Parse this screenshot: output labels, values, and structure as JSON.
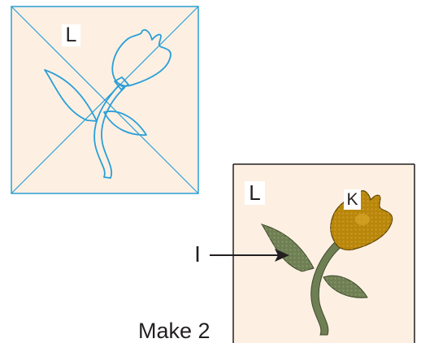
{
  "colors": {
    "block_background": "#fdf0e3",
    "outline_stroke": "#2a9fd6",
    "frame_stroke": "#231f20",
    "leaf_fill": "#6f7f54",
    "flower_fill": "#b8860b",
    "flower_stroke": "#5e4406"
  },
  "template": {
    "piece_label": "L"
  },
  "applique": {
    "block_label": "L",
    "flower_label": "K",
    "leaf_label": "I",
    "instruction": "Make 2"
  }
}
